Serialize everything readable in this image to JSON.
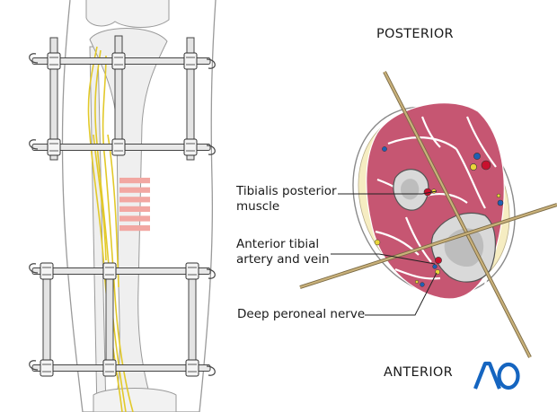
{
  "orientation": {
    "posterior": "POSTERIOR",
    "anterior": "ANTERIOR"
  },
  "labels": {
    "tibialis_posterior_line1": "Tibialis posterior",
    "tibialis_posterior_line2": "muscle",
    "anterior_tibial_line1": "Anterior tibial",
    "anterior_tibial_line2": "artery and vein",
    "deep_peroneal_nerve": "Deep peroneal nerve"
  },
  "logo": {
    "text": "AO",
    "color": "#1565c0"
  },
  "colors": {
    "muscle": "#c65672",
    "fat": "#f6edc2",
    "bone": "#dcdcdc",
    "nerve": "#e9d43a",
    "artery": "#c8102e",
    "vein": "#1f5fb3",
    "pin": "#b9a064",
    "danger_zone": "#f2a7a2"
  },
  "danger_zone_bands": 6,
  "pin_levels": 4
}
